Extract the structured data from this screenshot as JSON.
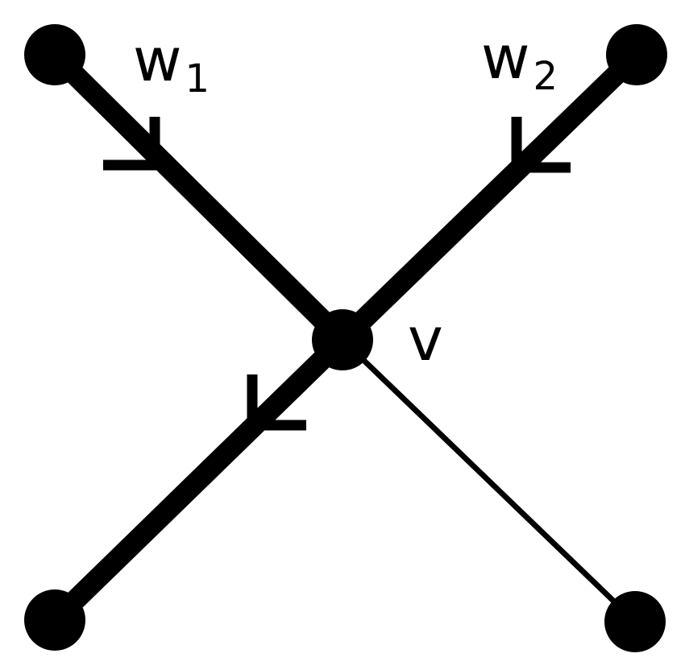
{
  "diagram": {
    "labels": {
      "w1": {
        "base": "w",
        "sub": "1"
      },
      "w2": {
        "base": "w",
        "sub": "2"
      },
      "v": "v"
    },
    "nodes": [
      {
        "id": "w1",
        "label": "w1"
      },
      {
        "id": "w2",
        "label": "w2"
      },
      {
        "id": "v",
        "label": "v"
      },
      {
        "id": "bottom-left",
        "label": ""
      },
      {
        "id": "bottom-right",
        "label": ""
      }
    ],
    "edges": [
      {
        "from": "w1",
        "to": "v",
        "style": "thick",
        "directed": true
      },
      {
        "from": "w2",
        "to": "v",
        "style": "thick",
        "directed": true
      },
      {
        "from": "v",
        "to": "bottom-left",
        "style": "thick",
        "directed": true
      },
      {
        "from": "v",
        "to": "bottom-right",
        "style": "thin",
        "directed": false
      }
    ],
    "colors": {
      "ink": "#000000",
      "background": "#ffffff"
    }
  }
}
